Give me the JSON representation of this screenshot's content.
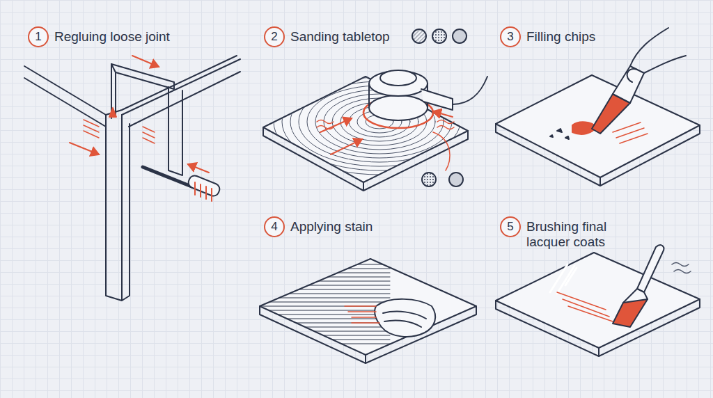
{
  "diagram": {
    "nodes": [
      {
        "text": [
          "1",
          "Regluing loose joint"
        ]
      },
      {
        "text": [
          "2",
          "Sanding tabletop"
        ]
      },
      {
        "text": [
          "3",
          "Filling chips"
        ]
      },
      {
        "text": [
          "4",
          "Applying stain"
        ]
      },
      {
        "text": [
          "5",
          "Brushing final lacquer coats"
        ]
      }
    ]
  }
}
